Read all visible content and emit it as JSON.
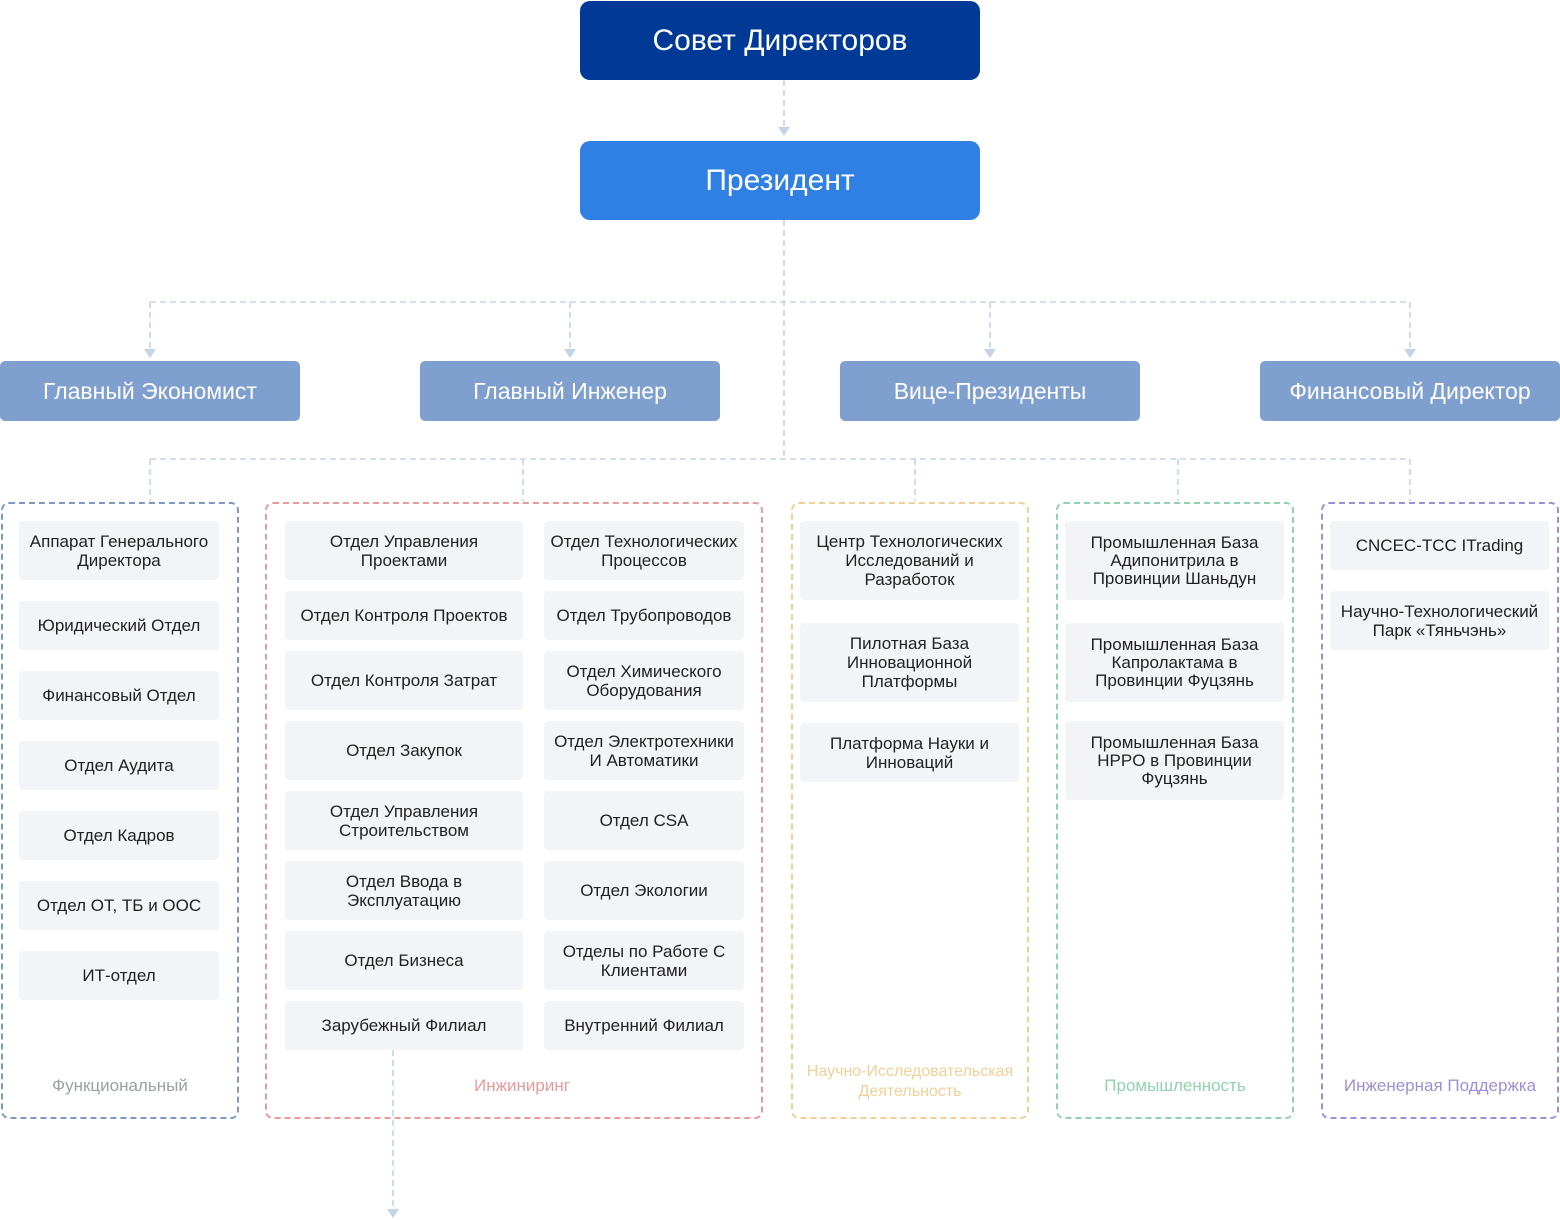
{
  "top": {
    "board": "Совет Директоров",
    "president": "Президент"
  },
  "level2": [
    "Главный Экономист",
    "Главный Инженер",
    "Вице-Президенты",
    "Финансовый Директор"
  ],
  "groups": {
    "functional": {
      "label": "Функциональный",
      "items": [
        "Аппарат Генерального Директора",
        "Юридический Отдел",
        "Финансовый Отдел",
        "Отдел Аудита",
        "Отдел Кадров",
        "Отдел ОТ, ТБ и ООС",
        "ИТ-отдел"
      ]
    },
    "engineering": {
      "label": "Инжиниринг",
      "left_items": [
        "Отдел Управления Проектами",
        "Отдел Контроля Проектов",
        "Отдел Контроля Затрат",
        "Отдел Закупок",
        "Отдел Управления Строительством",
        "Отдел Ввода в Эксплуатацию",
        "Отдел Бизнеса",
        "Зарубежный Филиал"
      ],
      "right_items": [
        "Отдел Технологических Процессов",
        "Отдел Трубопроводов",
        "Отдел Химического Оборудования",
        "Отдел Электротехники И Автоматики",
        "Отдел CSA",
        "Отдел Экологии",
        "Отделы по Работе С Клиентами",
        "Внутренний Филиал"
      ]
    },
    "research": {
      "label": "Научно-Исследовательская Деятельность",
      "items": [
        "Центр Технологических Исследований и Разработок",
        "Пилотная База Инновационной Платформы",
        "Платформа Науки и Инноваций"
      ]
    },
    "industry": {
      "label": "Промышленность",
      "items": [
        "Промышленная База Адипонитрила в Провинции Шаньдун",
        "Промышленная База Капролактама в Провинции Фуцзянь",
        "Промышленная База HPPO в Провинции Фуцзянь"
      ]
    },
    "support": {
      "label": "Инженерная Поддержка",
      "items": [
        "CNCEC-TCC ITrading",
        "Научно-Технологический Парк «Тяньчэнь»"
      ]
    }
  },
  "colors": {
    "board": "#003a96",
    "president": "#2f80e2",
    "level2": "#7f9fcf",
    "functional": "#7d98c4",
    "engineering": "#e89a9a",
    "research": "#f2cf97",
    "industry": "#8fd3ae",
    "support": "#9d8fd6",
    "connector": "#c5d3e6"
  }
}
